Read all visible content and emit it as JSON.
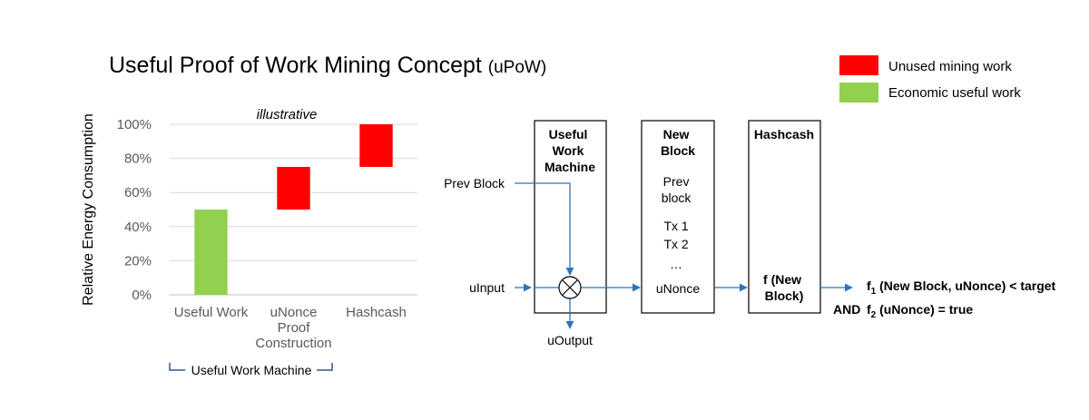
{
  "title": "Useful Proof of Work Mining Concept",
  "title_suffix": "(uPoW)",
  "legend": [
    {
      "label": "Unused mining work",
      "color": "#ff0000"
    },
    {
      "label": "Economic useful work",
      "color": "#92d050"
    }
  ],
  "chart_data": {
    "type": "bar",
    "subtitle": "illustrative",
    "ylabel": "Relative Energy Consumption",
    "ylim": [
      0,
      100
    ],
    "yticks": [
      "0%",
      "20%",
      "40%",
      "60%",
      "80%",
      "100%"
    ],
    "categories": [
      [
        "Useful Work"
      ],
      [
        "uNonce",
        "Proof",
        "Construction"
      ],
      [
        "Hashcash"
      ]
    ],
    "bars": [
      {
        "start": 0,
        "end": 50,
        "color": "#92d050"
      },
      {
        "start": 50,
        "end": 75,
        "color": "#ff0000"
      },
      {
        "start": 75,
        "end": 100,
        "color": "#ff0000"
      }
    ],
    "bracket_label": "Useful Work Machine"
  },
  "diagram": {
    "boxes": [
      {
        "lines": [
          "Useful",
          "Work",
          "Machine"
        ]
      },
      {
        "lines": [
          "New",
          "Block"
        ]
      },
      {
        "lines": [
          "Hashcash"
        ]
      }
    ],
    "new_block_contents": [
      "Prev",
      "block",
      "Tx 1",
      "Tx 2",
      "…",
      "uNonce"
    ],
    "hashcash_function": [
      "f (New",
      "Block)"
    ],
    "inputs": {
      "prev_block": "Prev Block",
      "uinput": "uInput",
      "uoutput": "uOutput"
    },
    "condition1": {
      "f": "f",
      "sub": "1",
      "rest": " (New Block, uNonce) < target"
    },
    "condition2": {
      "and": "AND",
      "f": "f",
      "sub": "2",
      "rest": " (uNonce) = true"
    }
  }
}
